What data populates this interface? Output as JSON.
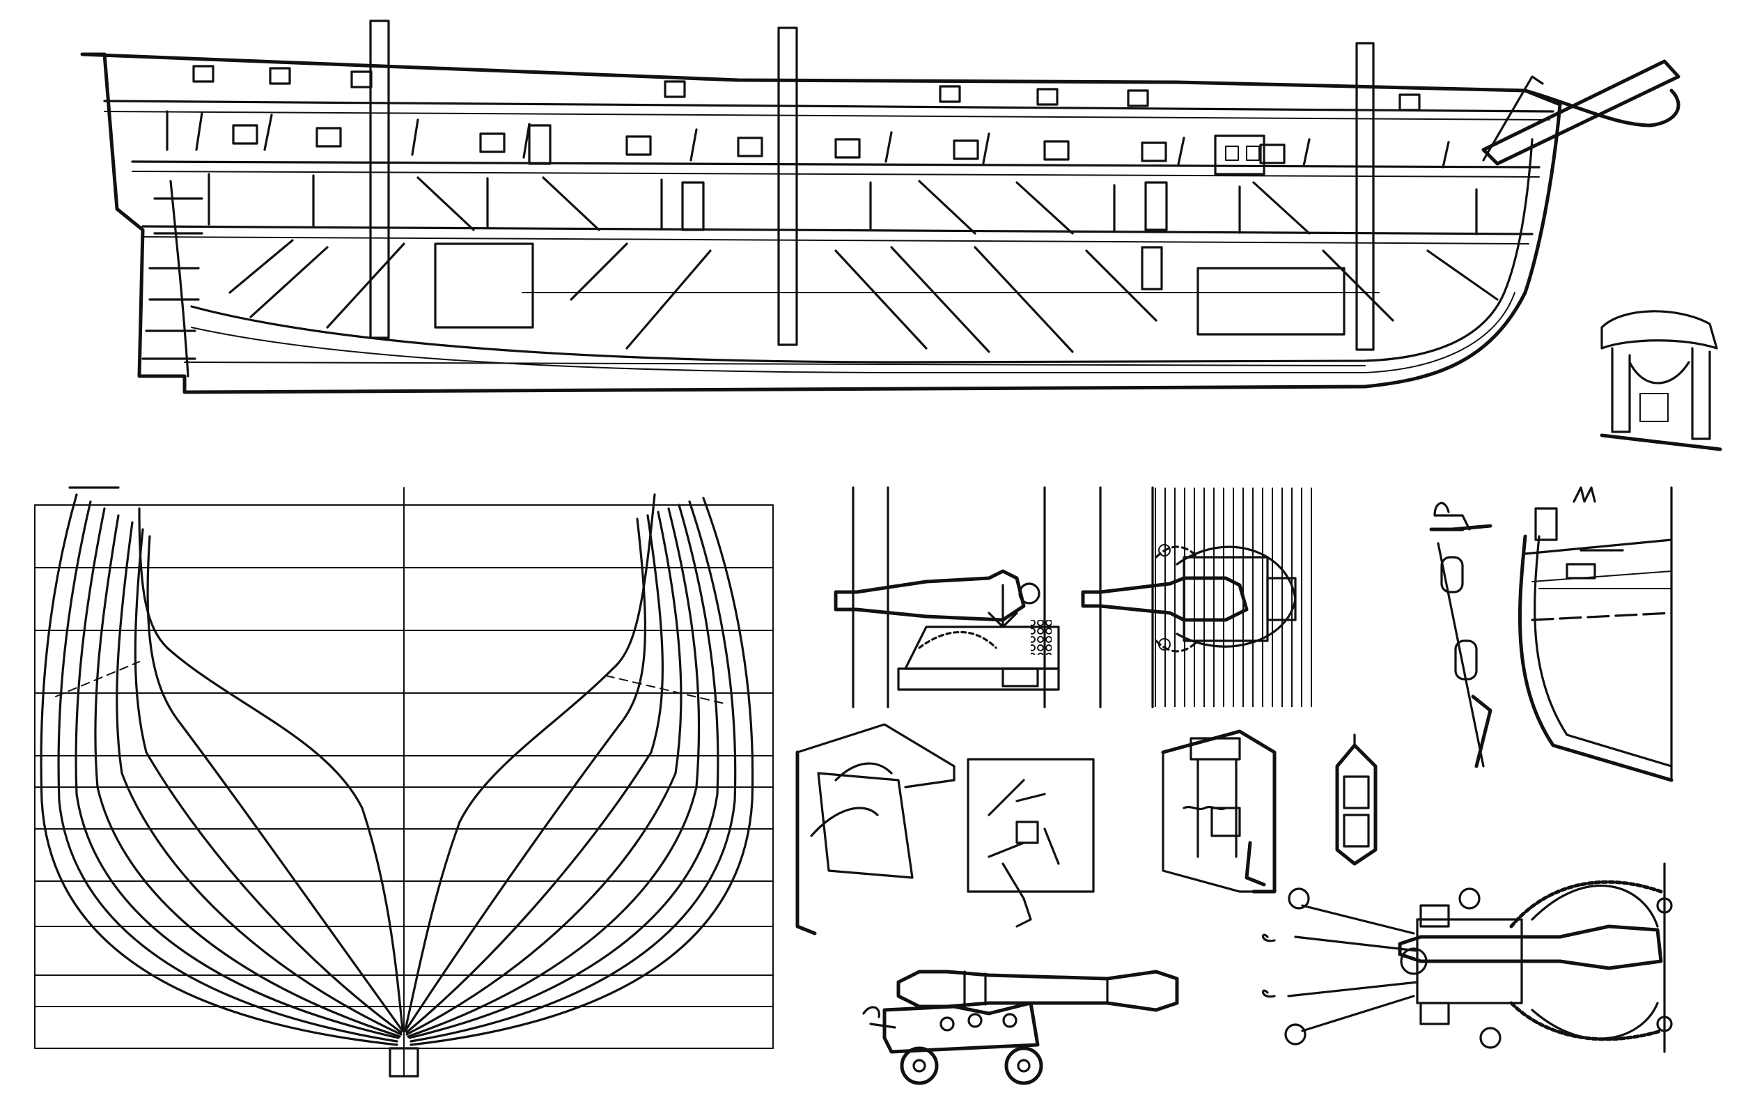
{
  "drawing": {
    "ink_color": "#111111",
    "paper_color": "#ffffff",
    "panels": [
      "hull-longitudinal-section",
      "body-plan",
      "hatch-cover-detail",
      "gun-breeching-side",
      "gun-breeching-top",
      "gun-port-section",
      "ladder-detail",
      "grating-detail",
      "hatch-coaming-detail",
      "lantern-detail",
      "gun-tackle-top",
      "carriage-gun-side"
    ]
  }
}
